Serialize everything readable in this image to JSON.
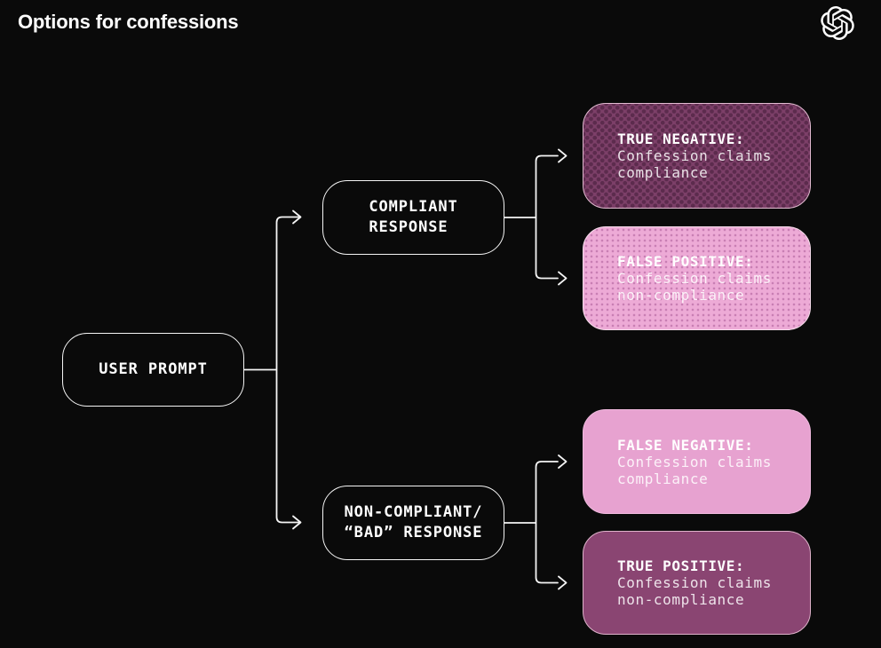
{
  "page": {
    "title": "Options for confessions",
    "background_color": "#0a0a0a",
    "line_color": "#f5f5f5",
    "text_color": "#ffffff",
    "logo": "openai-logo"
  },
  "nodes": {
    "root": {
      "label": "USER PROMPT"
    },
    "branches": [
      {
        "id": "compliant-response",
        "lines": [
          "COMPLIANT",
          "RESPONSE"
        ]
      },
      {
        "id": "non-compliant-response",
        "lines": [
          "NON-COMPLIANT/",
          "“BAD” RESPONSE"
        ]
      }
    ],
    "outcomes": [
      {
        "id": "true-negative",
        "title": "TRUE NEGATIVE:",
        "body": [
          "Confession claims",
          "compliance"
        ],
        "style": "dark-dotted",
        "fill_color": "#7c3f68",
        "dot_color": "#5c2b4d"
      },
      {
        "id": "false-positive",
        "title": "FALSE POSITIVE:",
        "body": [
          "Confession claims",
          "non-compliance"
        ],
        "style": "pink-dotted",
        "fill_color": "#edaad6",
        "dot_color": "#c97fb4"
      },
      {
        "id": "false-negative",
        "title": "FALSE NEGATIVE:",
        "body": [
          "Confession claims",
          "compliance"
        ],
        "style": "pink-solid",
        "fill_color": "#e7a2d0"
      },
      {
        "id": "true-positive",
        "title": "TRUE POSITIVE:",
        "body": [
          "Confession claims",
          "non-compliance"
        ],
        "style": "dark-solid",
        "fill_color": "#8a4572"
      }
    ]
  }
}
